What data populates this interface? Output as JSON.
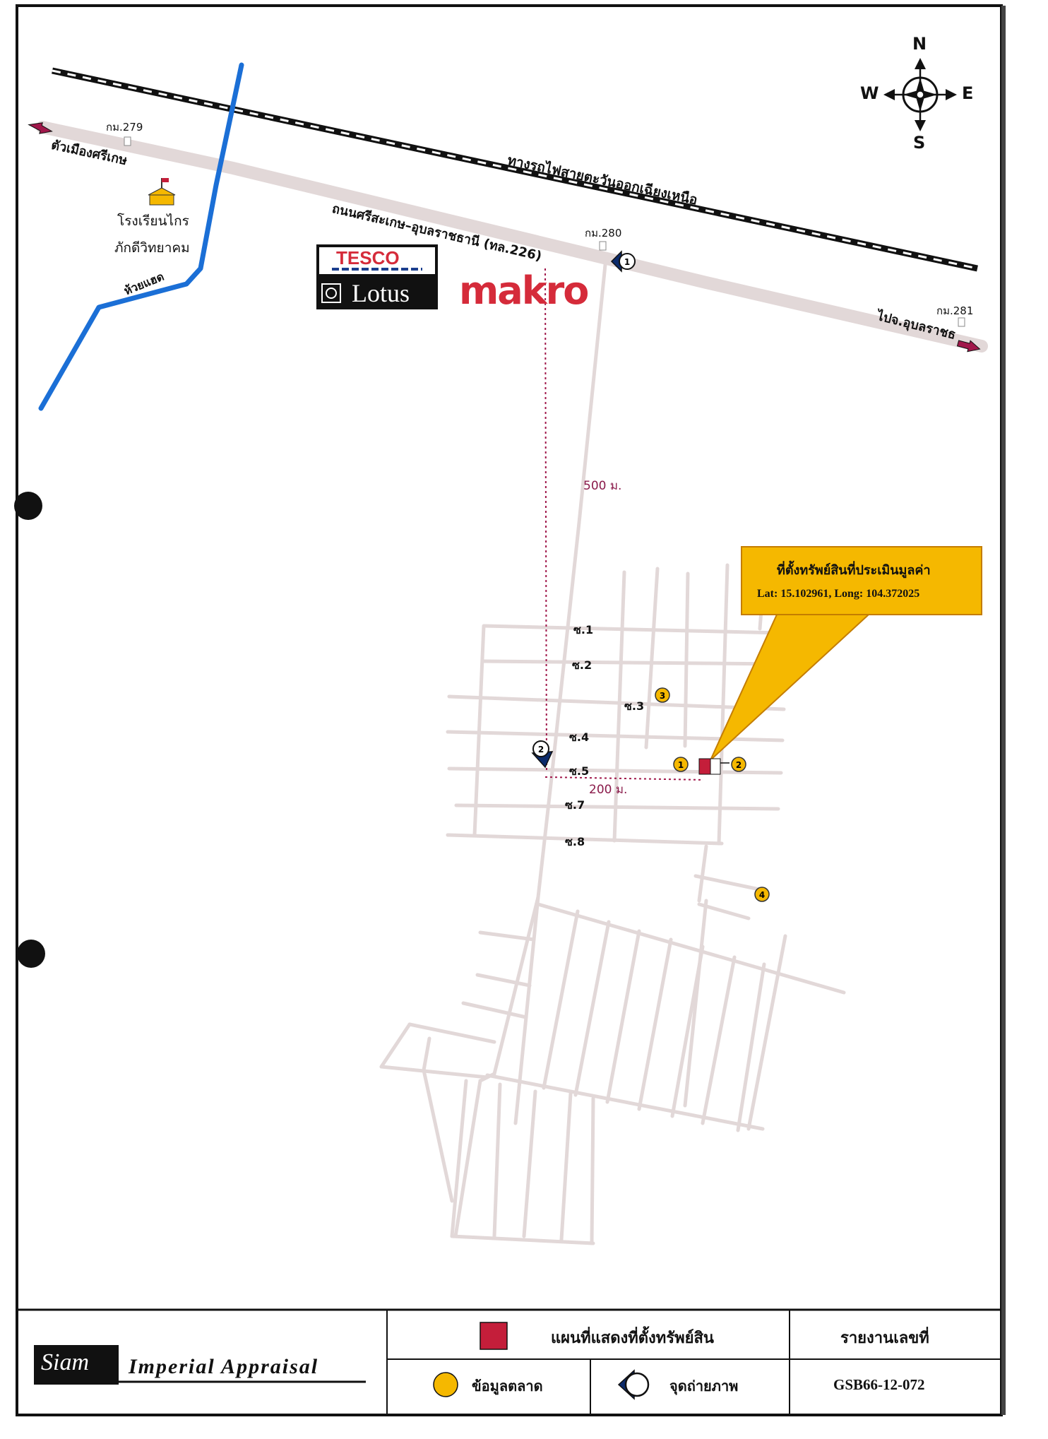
{
  "compass": {
    "n": "N",
    "s": "S",
    "e": "E",
    "w": "W"
  },
  "labels": {
    "km279": "กม.279",
    "km280": "กม.280",
    "km281": "กม.281",
    "to_city": "ตัวเมืองศรีเกษ",
    "to_ubon": "ไปจ.อุบลราชธ",
    "railway": "ทางรถไฟสายตะวันออกเฉียงเหนือ",
    "road": "ถนนศรีสะเกษ–อุบลราชธานี (ทล.226)",
    "school_line1": "โรงเรียนไกร",
    "school_line2": "ภักดีวิทยาคม",
    "creek": "ห้วยแฮด",
    "tesco_top": "TESCO",
    "tesco_bottom": "Lotus",
    "makro": "makro",
    "dist_500": "500 ม.",
    "dist_200": "200 ม.",
    "soi1": "ซ.1",
    "soi2": "ซ.2",
    "soi3": "ซ.3",
    "soi4": "ซ.4",
    "soi5": "ซ.5",
    "soi7": "ซ.7",
    "soi8": "ซ.8"
  },
  "markers": {
    "photo1": "1",
    "photo2": "2",
    "market1": "1",
    "market2": "2",
    "market3": "3",
    "market4": "4"
  },
  "callout": {
    "title": "ที่ตั้งทรัพย์สินที่ประเมินมูลค่า",
    "coords": "Lat: 15.102961,  Long: 104.372025"
  },
  "legend": {
    "company_a": "Siam",
    "company_b": "Imperial Appraisal",
    "map_title": "แผนที่แสดงที่ตั้งทรัพย์สิน",
    "market_data": "ข้อมูลตลาด",
    "photo_point": "จุดถ่ายภาพ",
    "report_no_label": "รายงานเลขที่",
    "report_no": "GSB66-12-072"
  },
  "colors": {
    "road": "#e2d8d8",
    "river": "#1b6fd6",
    "property": "#c41e3a",
    "market": "#f5b800",
    "callout": "#f5b800",
    "dist_line": "#a0174a",
    "makro": "#d52b3a"
  }
}
